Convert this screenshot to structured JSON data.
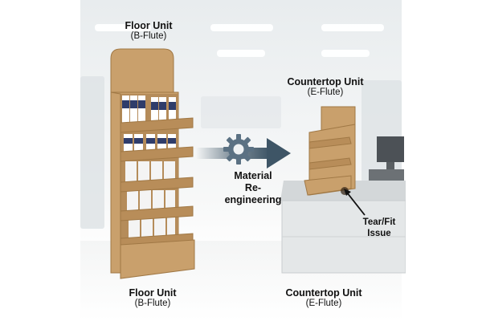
{
  "labels": {
    "floor_top": {
      "title": "Floor Unit",
      "sub": "(B-Flute)"
    },
    "floor_bottom": {
      "title": "Floor Unit",
      "sub": "(B-Flute)"
    },
    "counter_top": {
      "title": "Countertop Unit",
      "sub": "(E-Flute)"
    },
    "counter_bottom": {
      "title": "Countertop Unit",
      "sub": "(E-Flute)"
    },
    "process": {
      "line1": "Material",
      "line2": "Re-engineering"
    },
    "issue": {
      "line1": "Tear/Fit",
      "line2": "Issue"
    }
  },
  "icons": {
    "process": "gear-icon",
    "direction": "right-arrow-icon",
    "issue_marker": "circle-marker-icon"
  },
  "colors": {
    "cardboard": "#c9a06c",
    "arrow": "#3e5566",
    "gear": "#5b7183",
    "counter": "#dfe3e5"
  }
}
